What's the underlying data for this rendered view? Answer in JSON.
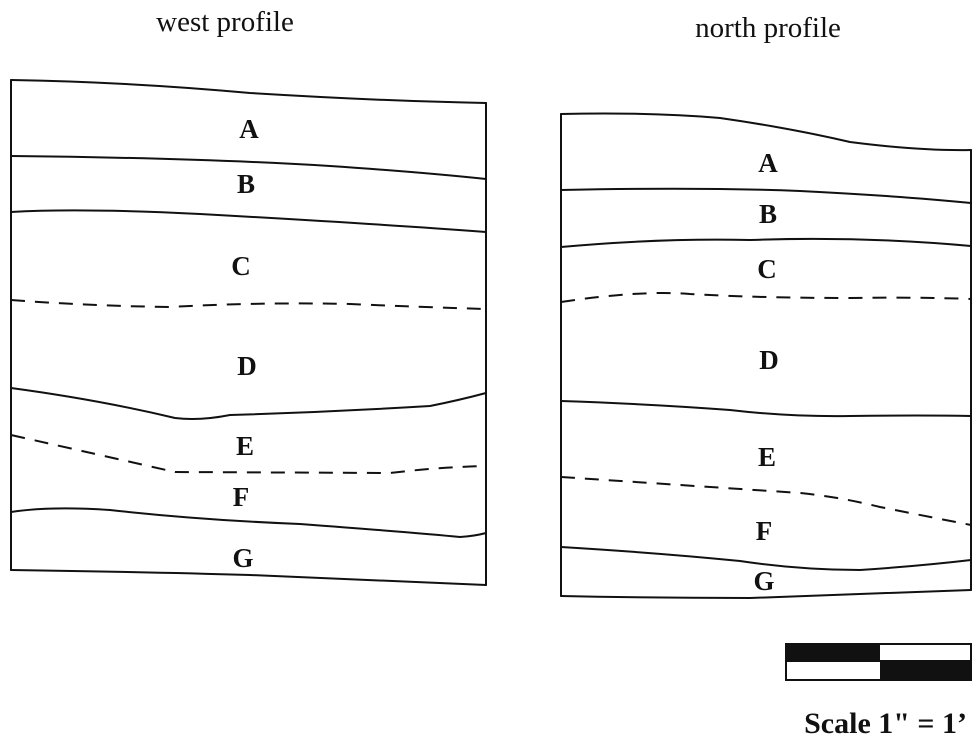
{
  "profiles": [
    {
      "title": "west profile",
      "layers": [
        "A",
        "B",
        "C",
        "D",
        "E",
        "F",
        "G"
      ]
    },
    {
      "title": "north profile",
      "layers": [
        "A",
        "B",
        "C",
        "D",
        "E",
        "F",
        "G"
      ]
    }
  ],
  "scale": {
    "label": "Scale 1\" = 1’"
  }
}
